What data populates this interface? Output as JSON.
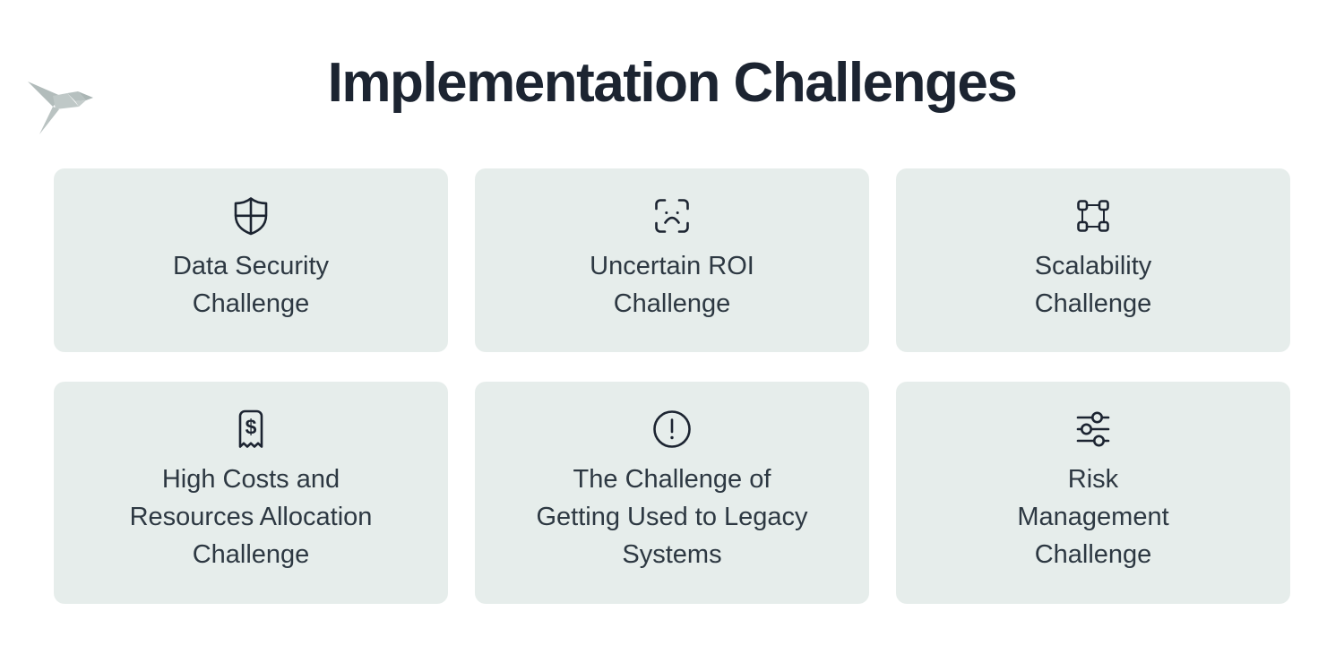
{
  "header": {
    "title": "Implementation Challenges"
  },
  "logo": {
    "name": "origami-bird-logo",
    "color": "#b9c2c1"
  },
  "colors": {
    "page_background": "#ffffff",
    "card_background": "#e6edeb",
    "title_text": "#1c2431",
    "card_text": "#2d3842",
    "icon_stroke": "#1c2431"
  },
  "cards": [
    {
      "id": "data-security",
      "icon": "shield-cross-icon",
      "label": "Data Security\nChallenge"
    },
    {
      "id": "uncertain-roi",
      "icon": "face-scan-sad-icon",
      "label": "Uncertain ROI\nChallenge"
    },
    {
      "id": "scalability",
      "icon": "transform-box-icon",
      "label": "Scalability\nChallenge"
    },
    {
      "id": "high-costs",
      "icon": "receipt-dollar-icon",
      "label": "High Costs and\nResources Allocation\nChallenge"
    },
    {
      "id": "legacy-systems",
      "icon": "alert-circle-icon",
      "label": "The Challenge of\nGetting Used to Legacy\nSystems"
    },
    {
      "id": "risk-management",
      "icon": "sliders-icon",
      "label": "Risk\nManagement\nChallenge"
    }
  ]
}
